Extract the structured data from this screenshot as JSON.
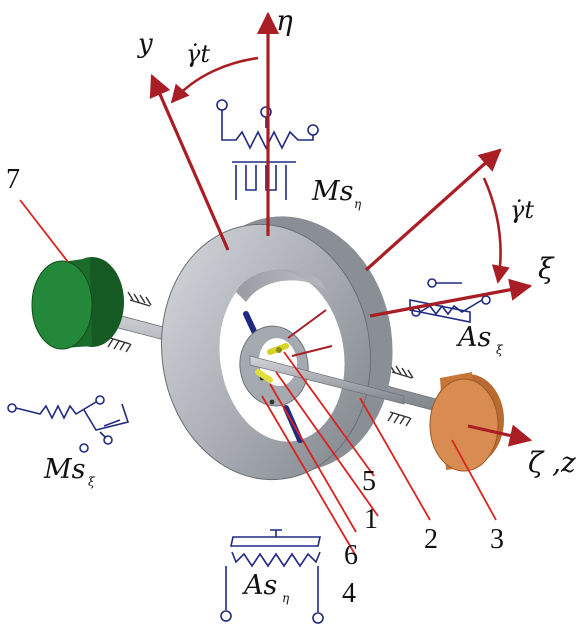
{
  "colors": {
    "axis": "#a81e24",
    "leader": "#d8231f",
    "ring_light": "#c5c8cd",
    "ring_mid": "#9ea2a9",
    "ring_dark": "#6b6f77",
    "green_disk": "#1f7a2f",
    "orange_disk": "#d5874a",
    "sensor_blue": "#1f2a80",
    "pin_yellow": "#e9e640"
  },
  "axes": {
    "eta": "η",
    "y": "y",
    "xi": "ξ",
    "zeta_z": "ζ ,z",
    "rate_top": "γ̇t",
    "rate_right": "γ̇t"
  },
  "sensors": {
    "ms_eta": {
      "main": "Ms",
      "sub": "η"
    },
    "ms_xi": {
      "main": "Ms",
      "sub": "ξ"
    },
    "as_eta": {
      "main": "As",
      "sub": "η"
    },
    "as_xi": {
      "main": "As",
      "sub": "ξ"
    }
  },
  "callouts": [
    "7",
    "5",
    "1",
    "6",
    "4",
    "2",
    "3"
  ]
}
